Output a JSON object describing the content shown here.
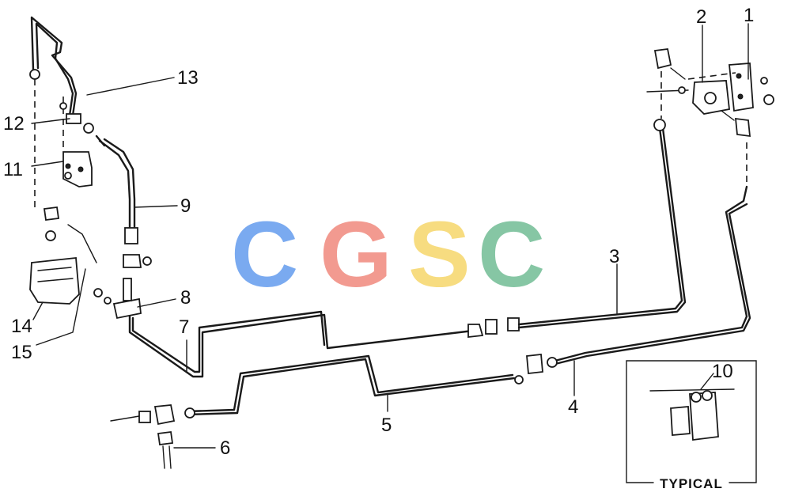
{
  "diagram": {
    "callouts": [
      {
        "id": "1",
        "text": "1"
      },
      {
        "id": "2",
        "text": "2"
      },
      {
        "id": "3",
        "text": "3"
      },
      {
        "id": "4",
        "text": "4"
      },
      {
        "id": "5",
        "text": "5"
      },
      {
        "id": "6",
        "text": "6"
      },
      {
        "id": "7",
        "text": "7"
      },
      {
        "id": "8",
        "text": "8"
      },
      {
        "id": "9",
        "text": "9"
      },
      {
        "id": "10",
        "text": "10"
      },
      {
        "id": "11",
        "text": "11"
      },
      {
        "id": "12",
        "text": "12"
      },
      {
        "id": "13",
        "text": "13"
      },
      {
        "id": "14",
        "text": "14"
      },
      {
        "id": "15",
        "text": "15"
      }
    ],
    "inset_label": "TYPICAL"
  },
  "watermark": {
    "letters": [
      "C",
      "G",
      "S",
      "C"
    ],
    "colors": [
      "#7aaaf0",
      "#f29a90",
      "#f7dc80",
      "#86c6a4"
    ]
  }
}
